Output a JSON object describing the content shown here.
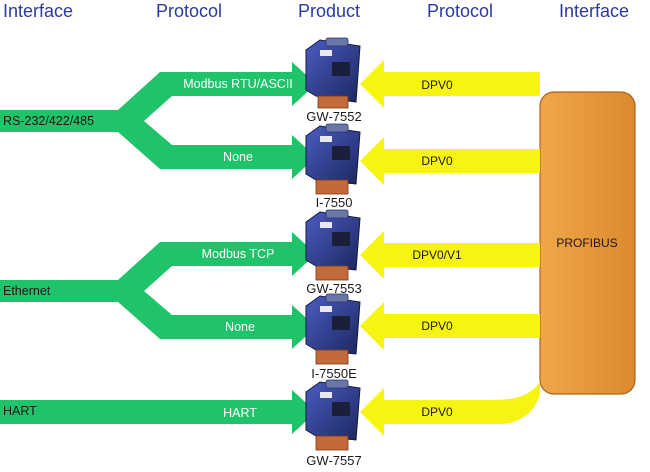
{
  "headers": {
    "interface_left": "Interface",
    "protocol_left": "Protocol",
    "product": "Product",
    "protocol_right": "Protocol",
    "interface_right": "Interface"
  },
  "interfaces_left": [
    "RS-232/422/485",
    "Ethernet",
    "HART"
  ],
  "products": [
    "GW-7552",
    "I-7550",
    "GW-7553",
    "I-7550E",
    "GW-7557"
  ],
  "left_protocols": [
    "Modbus RTU/ASCII",
    "None",
    "Modbus TCP",
    "None",
    "HART"
  ],
  "right_protocols": [
    "DPV0",
    "DPV0",
    "DPV0/V1",
    "DPV0",
    "DPV0"
  ],
  "profibus": "PROFIBUS",
  "colors": {
    "header": "#2a3a9e",
    "green_arrow": "#1fc36a",
    "yellow_arrow": "#f7f413",
    "profibus_box": "#e89a3f",
    "device_body": "#2b3b8c"
  }
}
